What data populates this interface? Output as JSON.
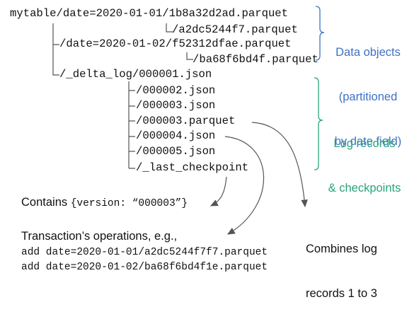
{
  "tree": {
    "root": "mytable/date=2020-01-01/1b8a32d2ad.parquet",
    "file2": "/a2dc5244f7.parquet",
    "partition2": "/date=2020-01-02/f52312dfae.parquet",
    "file4": "/ba68f6bd4f.parquet",
    "delta_log": "/_delta_log/000001.json",
    "log2": "/000002.json",
    "log3": "/000003.json",
    "checkpoint3": "/000003.parquet",
    "log4": "/000004.json",
    "log5": "/000005.json",
    "last_checkpoint": "/_last_checkpoint"
  },
  "labels": {
    "data_objects": [
      "Data objects",
      "(partitioned",
      "by date field)"
    ],
    "log_records": [
      "Log records",
      "& checkpoints"
    ]
  },
  "annotations": {
    "contains_prefix": "Contains ",
    "contains_code": "{version: “000003”}",
    "combines": [
      "Combines log",
      "records 1 to 3"
    ],
    "transaction_title": "Transaction’s operations, e.g.,",
    "op1": "add date=2020-01-01/a2dc5244f7f7.parquet",
    "op2": "add date=2020-01-02/ba68f6bd4f1e.parquet"
  },
  "colors": {
    "blue": "#3f72c4",
    "green": "#29a37a",
    "text": "#111111",
    "lines": "#555555"
  }
}
